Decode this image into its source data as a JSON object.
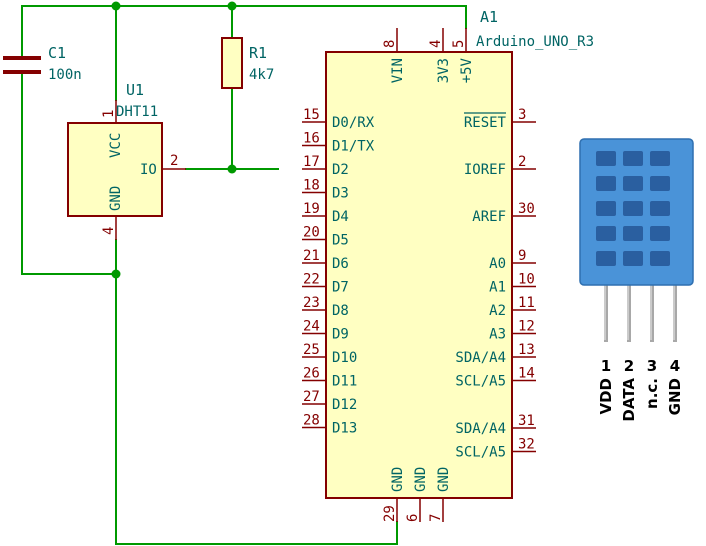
{
  "capacitor": {
    "ref": "C1",
    "value": "100n"
  },
  "resistor": {
    "ref": "R1",
    "value": "4k7"
  },
  "dht11": {
    "ref": "U1",
    "value": "DHT11",
    "pins": {
      "vcc_name": "VCC",
      "gnd_name": "GND",
      "io_name": "IO",
      "vcc_num": "1",
      "gnd_num": "4",
      "io_num": "2"
    }
  },
  "arduino": {
    "ref": "A1",
    "value": "Arduino_UNO_R3",
    "top_pins": [
      {
        "num": "8",
        "name": "VIN"
      },
      {
        "num": "4",
        "name": "3V3"
      },
      {
        "num": "5",
        "name": "+5V"
      }
    ],
    "left_pins": [
      {
        "num": "15",
        "name": "D0/RX"
      },
      {
        "num": "16",
        "name": "D1/TX"
      },
      {
        "num": "17",
        "name": "D2"
      },
      {
        "num": "18",
        "name": "D3"
      },
      {
        "num": "19",
        "name": "D4"
      },
      {
        "num": "20",
        "name": "D5"
      },
      {
        "num": "21",
        "name": "D6"
      },
      {
        "num": "22",
        "name": "D7"
      },
      {
        "num": "23",
        "name": "D8"
      },
      {
        "num": "24",
        "name": "D9"
      },
      {
        "num": "25",
        "name": "D10"
      },
      {
        "num": "26",
        "name": "D11"
      },
      {
        "num": "27",
        "name": "D12"
      },
      {
        "num": "28",
        "name": "D13"
      }
    ],
    "right_pins": [
      {
        "num": "3",
        "name": "RESET"
      },
      {
        "num": "2",
        "name": "IOREF"
      },
      {
        "num": "30",
        "name": "AREF"
      },
      {
        "num": "9",
        "name": "A0"
      },
      {
        "num": "10",
        "name": "A1"
      },
      {
        "num": "11",
        "name": "A2"
      },
      {
        "num": "12",
        "name": "A3"
      },
      {
        "num": "13",
        "name": "SDA/A4"
      },
      {
        "num": "14",
        "name": "SCL/A5"
      },
      {
        "num": "31",
        "name": "SDA/A4"
      },
      {
        "num": "32",
        "name": "SCL/A5"
      }
    ],
    "bottom_pins": [
      {
        "num": "29",
        "name": "GND"
      },
      {
        "num": "6",
        "name": "GND"
      },
      {
        "num": "7",
        "name": "GND"
      }
    ]
  },
  "sensor_illustration": {
    "pin_numbers": [
      "1",
      "2",
      "3",
      "4"
    ],
    "pin_labels": [
      "VDD",
      "DATA",
      "n.c.",
      "GND"
    ]
  },
  "colors": {
    "wire": "#009900",
    "part_outline": "#840000",
    "part_fill": "#ffffc2",
    "text": "#006464",
    "sensor": "#4a93d8"
  }
}
